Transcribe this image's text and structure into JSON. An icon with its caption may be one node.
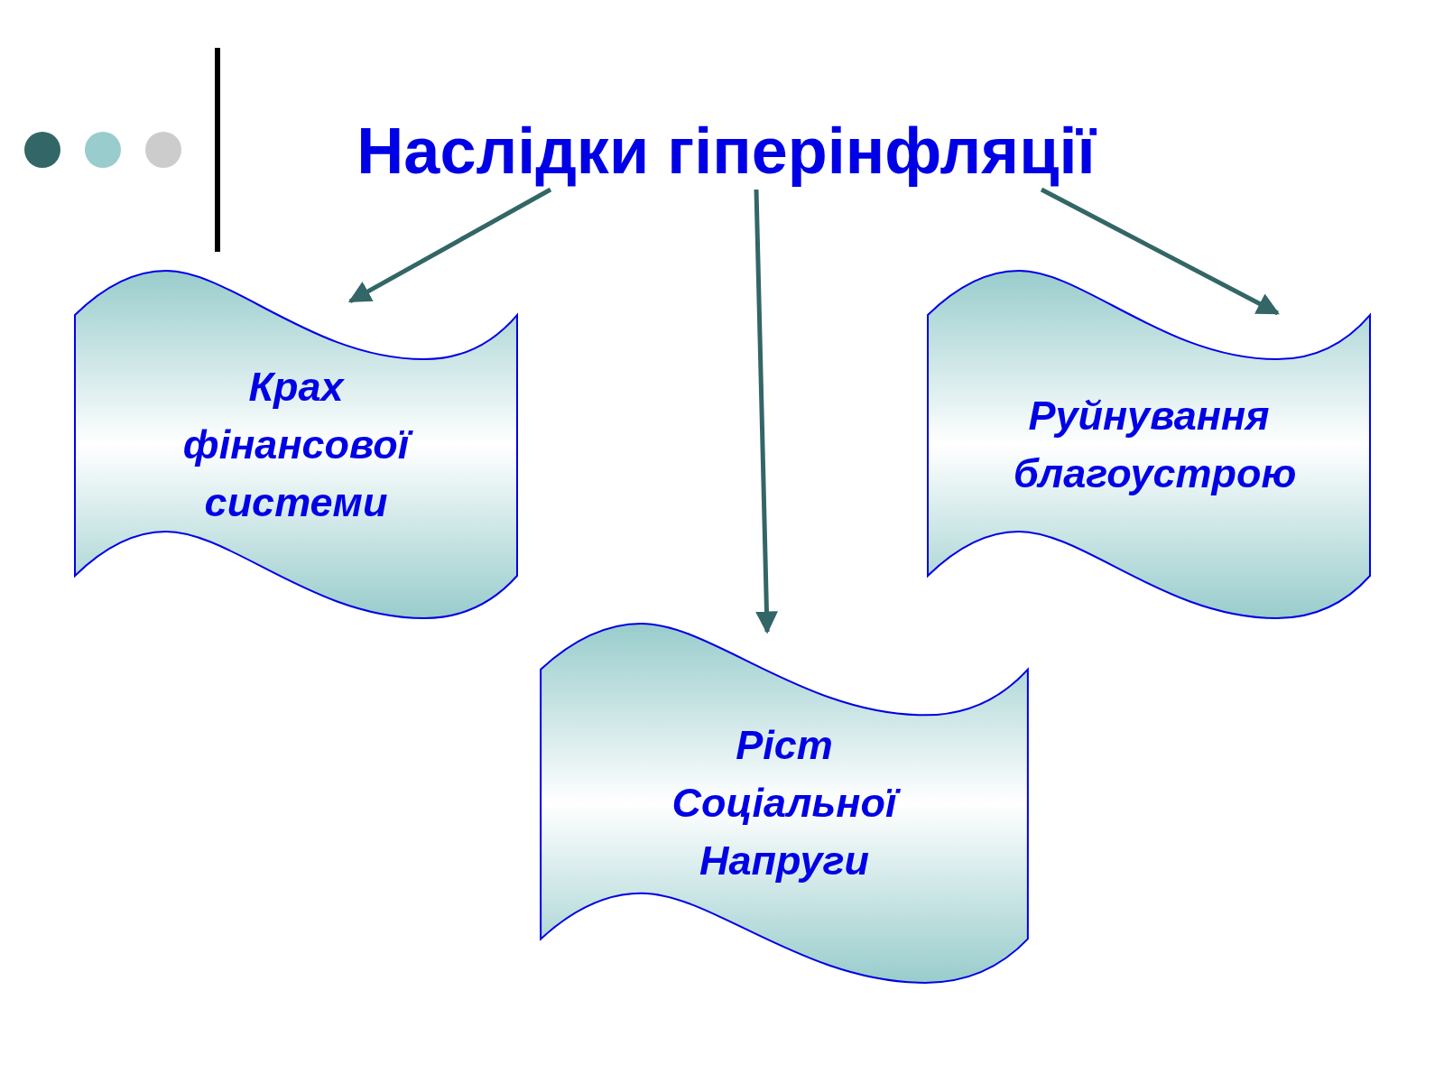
{
  "diagram": {
    "nodes": [
      {
        "text": [
          "Наслідки гіперінфляції"
        ]
      },
      {
        "text": [
          "Крах фінансової системи"
        ]
      },
      {
        "text": [
          "Ріст Соціальної Напруги"
        ]
      },
      {
        "text": [
          "Руйнування благоустрою"
        ]
      }
    ],
    "edges": [
      {
        "from": 0,
        "to": 1,
        "arrow": "to"
      },
      {
        "from": 0,
        "to": 2,
        "arrow": "to"
      },
      {
        "from": 0,
        "to": 3,
        "arrow": "to"
      }
    ]
  }
}
